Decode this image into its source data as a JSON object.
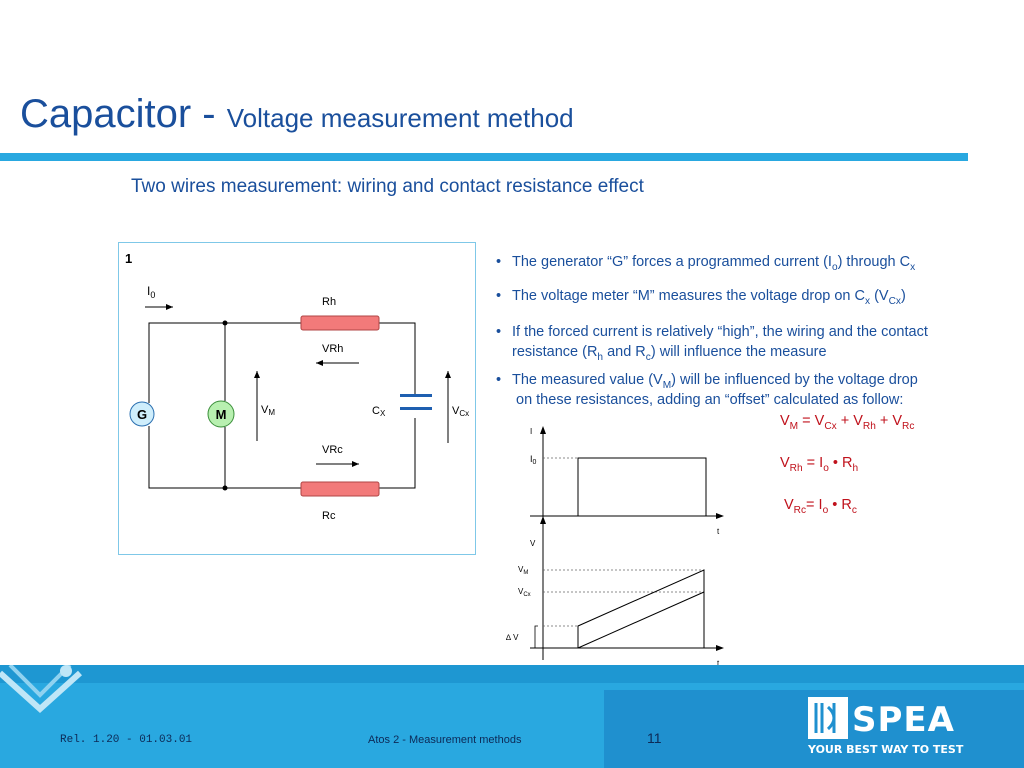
{
  "title": {
    "main": "Capacitor - ",
    "sub": "Voltage measurement method"
  },
  "subtitle": "Two wires measurement: wiring and contact resistance effect",
  "circuit": {
    "number": "1",
    "generator": "G",
    "meter": "M",
    "current": "I",
    "current_sub": "0",
    "rh": "Rh",
    "rc": "Rc",
    "vrh": "VRh",
    "vrc": "VRc",
    "vm": "V",
    "vm_sub": "M",
    "cx": "C",
    "cx_sub": "X",
    "vcx": "V",
    "vcx_sub": "Cx"
  },
  "bullets": {
    "b1_a": "The generator “G” forces a programmed current (I",
    "b1_sub1": "o",
    "b1_b": ") through C",
    "b1_sub2": "x",
    "b2_a": "The voltage meter “M” measures the voltage drop on C",
    "b2_sub1": "x",
    "b2_b": " (V",
    "b2_sub2": "Cx",
    "b2_c": ")",
    "b3_line1": "If the forced current is relatively “high”, the wiring and  the contact",
    "b3_a": "resistance (R",
    "b3_sub1": "h",
    "b3_b": " and R",
    "b3_sub2": "c",
    "b3_c": ") will influence the measure",
    "b4_a": "The measured value (V",
    "b4_sub1": "M",
    "b4_b": ") will be influenced by the voltage drop",
    "b4_line2": "on these resistances, adding an “offset” calculated as follow:"
  },
  "formulas": {
    "f1": {
      "a": "V",
      "s1": "M",
      "b": " = V",
      "s2": "Cx",
      "c": " + V",
      "s3": "Rh",
      "d": " + V",
      "s4": "Rc"
    },
    "f2": {
      "a": "V",
      "s1": "Rh",
      "b": " = I",
      "s2": "o",
      "c": " • R",
      "s3": "h"
    },
    "f3": {
      "a": "V",
      "s1": "Rc",
      "b": "= I",
      "s2": "o",
      "c": " • R",
      "s3": "c"
    }
  },
  "graph": {
    "i_axis": "I",
    "i0": "I",
    "i0_sub": "0",
    "t1": "t",
    "v_axis": "V",
    "vm": "V",
    "vm_sub": "M",
    "vcx": "V",
    "vcx_sub": "Cx",
    "dv": "∆ V",
    "t2": "t"
  },
  "footer": {
    "rel": "Rel. 1.20 - 01.03.01",
    "doc": "Atos 2 - Measurement methods",
    "page": "11",
    "logo": "SPEA",
    "tagline": "YOUR BEST WAY TO TEST"
  },
  "colors": {
    "title": "#1a4f9c",
    "accent": "#29a8e0",
    "formula": "#c0121c",
    "resistor": "#f27a7a",
    "generator": "#cfeefc",
    "meter": "#b8f0b0"
  }
}
